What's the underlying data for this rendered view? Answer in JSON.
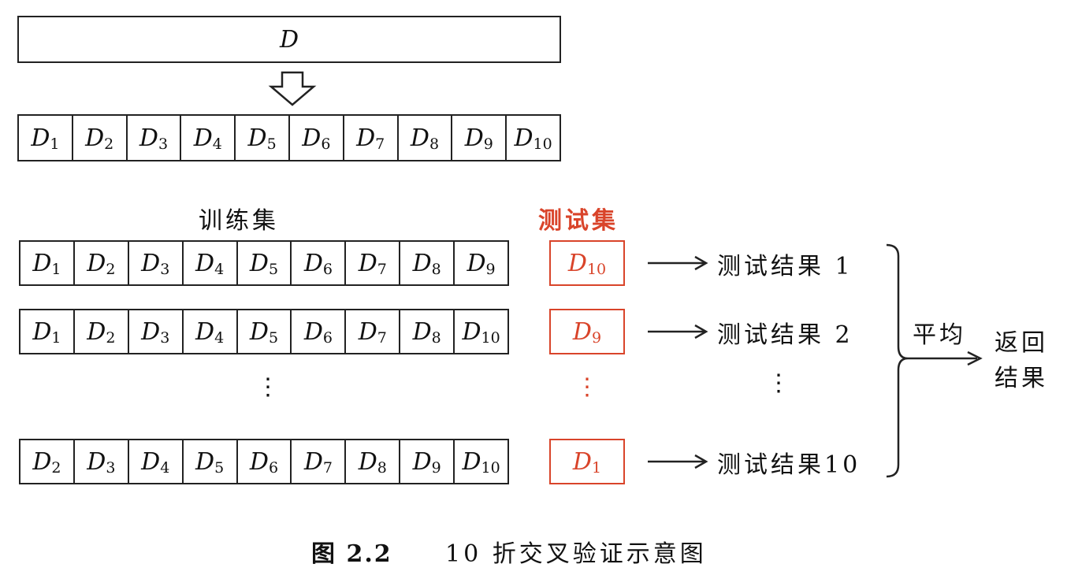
{
  "dataset": {
    "base": "D"
  },
  "split_row": [
    "1",
    "2",
    "3",
    "4",
    "5",
    "6",
    "7",
    "8",
    "9",
    "10"
  ],
  "train_label": "训练集",
  "test_label": "测试集",
  "folds": [
    {
      "train": [
        "1",
        "2",
        "3",
        "4",
        "5",
        "6",
        "7",
        "8",
        "9"
      ],
      "test": "10",
      "result": "测试结果 1"
    },
    {
      "train": [
        "1",
        "2",
        "3",
        "4",
        "5",
        "6",
        "7",
        "8",
        "10"
      ],
      "test": "9",
      "result": "测试结果 2"
    },
    {
      "train": [
        "2",
        "3",
        "4",
        "5",
        "6",
        "7",
        "8",
        "9",
        "10"
      ],
      "test": "1",
      "result": "测试结果10"
    }
  ],
  "dots": "⋮",
  "average_label": "平均",
  "return_label": [
    "返回",
    "结果"
  ],
  "caption": {
    "number": "图 2.2",
    "text": "10 折交叉验证示意图"
  },
  "colors": {
    "test": "#d9442a",
    "line": "#222222"
  }
}
